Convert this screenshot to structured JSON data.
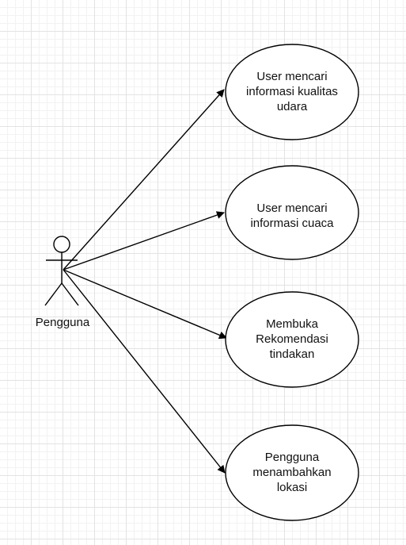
{
  "diagram": {
    "actor": {
      "name": "Pengguna"
    },
    "use_cases": [
      {
        "id": "uc1",
        "lines": [
          "User mencari",
          "informasi kualitas",
          "udara"
        ]
      },
      {
        "id": "uc2",
        "lines": [
          "User mencari",
          "informasi cuaca"
        ]
      },
      {
        "id": "uc3",
        "lines": [
          "Membuka",
          "Rekomendasi",
          "tindakan"
        ]
      },
      {
        "id": "uc4",
        "lines": [
          "Pengguna",
          "menambahkan",
          "lokasi"
        ]
      }
    ],
    "colors": {
      "stroke": "#000000",
      "fill": "#ffffff",
      "text": "#111111"
    }
  }
}
